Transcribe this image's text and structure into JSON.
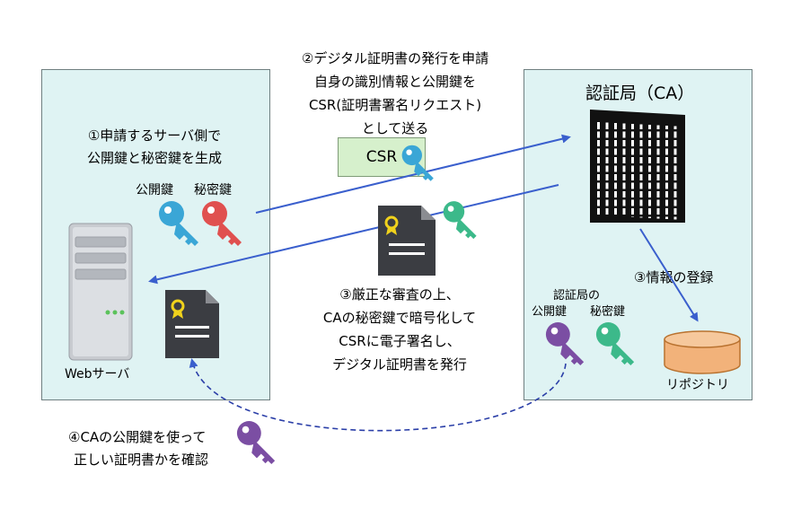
{
  "server_panel": {
    "step1": [
      "①申請するサーバ側で",
      "公開鍵と秘密鍵を生成"
    ],
    "public_key_label": "公開鍵",
    "private_key_label": "秘密鍵",
    "server_label": "Webサーバ"
  },
  "step2": [
    "②デジタル証明書の発行を申請",
    "自身の識別情報と公開鍵を",
    "CSR(証明書署名リクエスト)",
    "として送る"
  ],
  "csr_label": "CSR",
  "step3": [
    "③厳正な審査の上、",
    "CAの秘密鍵で暗号化して",
    "CSRに電子署名し、",
    "デジタル証明書を発行"
  ],
  "ca_panel": {
    "title": "認証局（CA）",
    "registration": "③情報の登録",
    "ca_keys_caption": "認証局の",
    "ca_public_key_label": "公開鍵",
    "ca_private_key_label": "秘密鍵",
    "repository_label": "リポジトリ"
  },
  "step4": [
    "④CAの公開鍵を使って",
    "正しい証明書かを確認"
  ],
  "colors": {
    "panel_bg": "#dff3f3",
    "arrow_blue": "#3a5fcd",
    "public_key": "#3aa6d6",
    "private_key": "#e0504f",
    "ca_private_key": "#3cb98a",
    "ca_public_key": "#7b4ea3",
    "csr_box": "#d6f0cc",
    "repository": "#f2b27a",
    "certificate": "#3b3d42",
    "ribbon": "#f0d21c"
  },
  "icons": [
    "server-icon",
    "certificate-icon",
    "building-icon",
    "database-icon",
    "key-icon"
  ]
}
